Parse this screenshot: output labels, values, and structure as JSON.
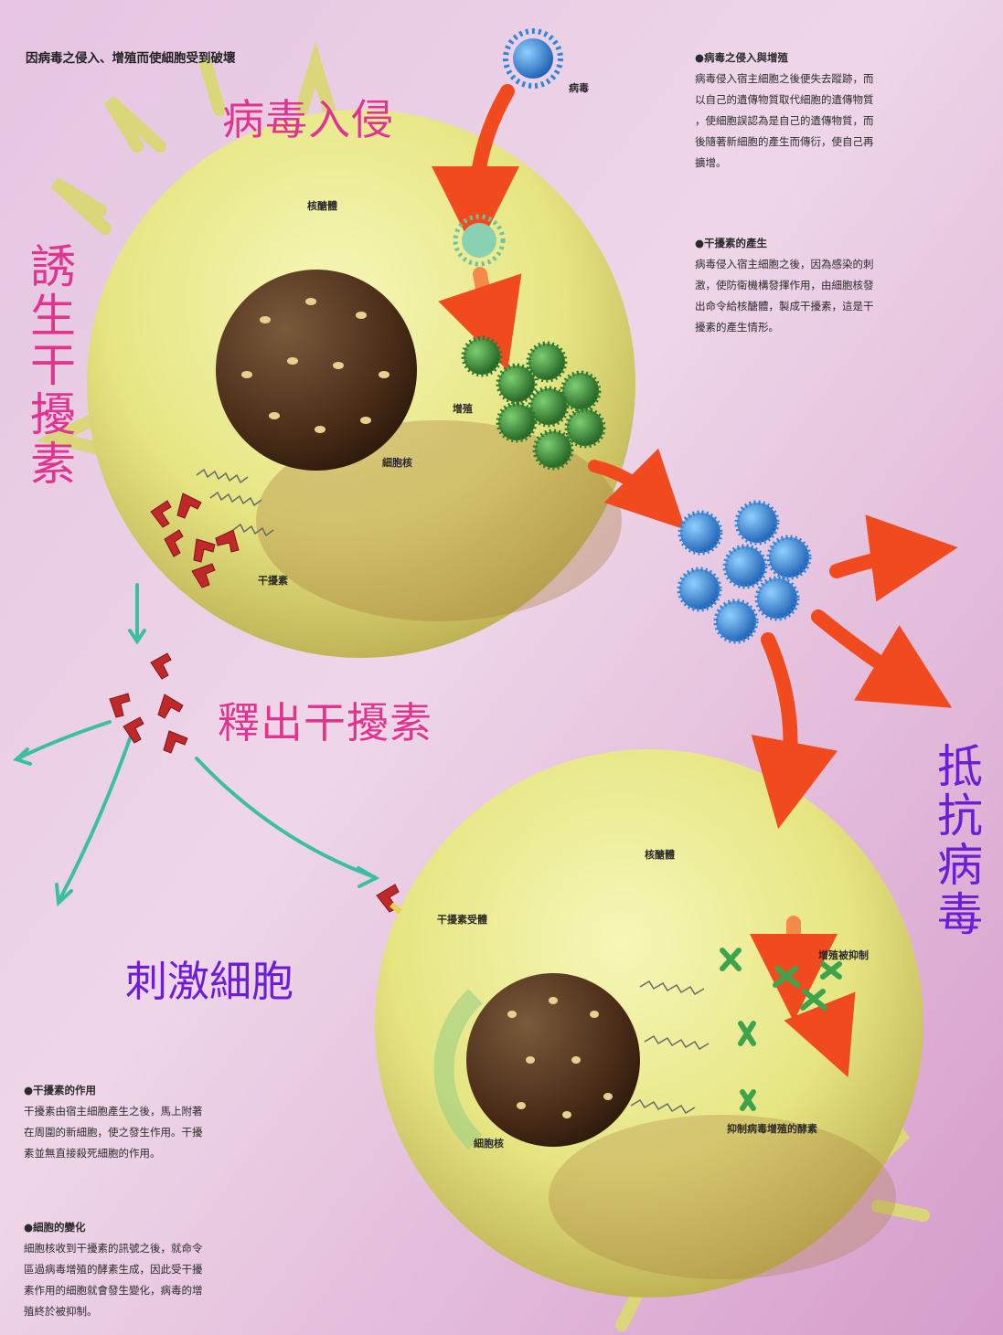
{
  "title": "因病毒之侵入、增殖而使細胞受到破壞",
  "big_labels": {
    "virus_invasion": "病毒入侵",
    "induce_interferon": "誘生干擾素",
    "release_interferon": "釋出干擾素",
    "stimulate_cell": "刺激細胞",
    "resist_virus": "抵抗病毒"
  },
  "small_labels": {
    "virus": "病毒",
    "ribosome_top": "核醣體",
    "proliferation": "增殖",
    "nucleus_top": "細胞核",
    "interferon": "干擾素",
    "ribosome_bottom": "核醣體",
    "interferon_receptor": "干擾素受體",
    "proliferation_inhibited": "增殖被抑制",
    "enzyme": "抑制病毒增殖的酵素",
    "nucleus_bottom": "細胞核"
  },
  "notes": [
    {
      "heading": "●病毒之侵入與增殖",
      "body": "病毒侵入宿主細胞之後便失去蹤跡，而\n以自己的遺傳物質取代細胞的遺傳物質\n，使細胞誤認為是自己的遺傳物質，而\n後隨著新細胞的產生而傳衍，使自己再\n擴增。"
    },
    {
      "heading": "●干擾素的產生",
      "body": "病毒侵入宿主細胞之後，因為感染的刺\n激，使防衛機構發揮作用，由細胞核發\n出命令給核醣體，製成干擾素，這是干\n擾素的產生情形。"
    },
    {
      "heading": "●干擾素的作用",
      "body": "干擾素由宿主細胞產生之後，馬上附著\n在周圍的新細胞，使之發生作用。干擾\n素並無直接殺死細胞的作用。"
    },
    {
      "heading": "●細胞的變化",
      "body": "細胞核收到干擾素的訊號之後，就命令\n區過病毒增殖的酵素生成，因此受干擾\n素作用的細胞就會發生變化，病毒的增\n殖終於被抑制。"
    }
  ],
  "colors": {
    "background_top": "#e4c0e0",
    "background_bottom": "#d79ccf",
    "cell": "#e9ea8e",
    "nucleus": "#5a3a22",
    "virus_blue": "#2f86d8",
    "virus_green": "#3a8b3a",
    "interferon_red": "#c0282a",
    "arrow_red": "#f04a1e",
    "arrow_teal": "#3bbfa3",
    "label_pink": "#e0358f",
    "label_purple": "#6b1ed6"
  }
}
